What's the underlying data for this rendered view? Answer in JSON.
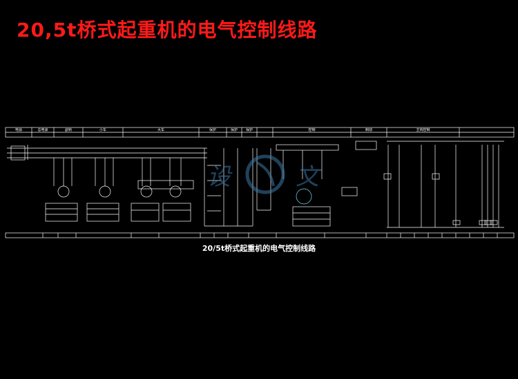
{
  "slide": {
    "title": "20,5t桥式起重机的电气控制线路",
    "caption": "20/5t桥式起重机的电气控制线路"
  },
  "header_cells": [
    "电源",
    "总电源",
    "副钩",
    "小车",
    "大车",
    "保护",
    "保护",
    "保护",
    "控制",
    "制动",
    "",
    "",
    "",
    "主钩控制"
  ],
  "colors": {
    "title": "#ff1a1a",
    "lines": "#ffffff",
    "accent": "#7fd8ff",
    "watermark": "#3a78a8"
  }
}
